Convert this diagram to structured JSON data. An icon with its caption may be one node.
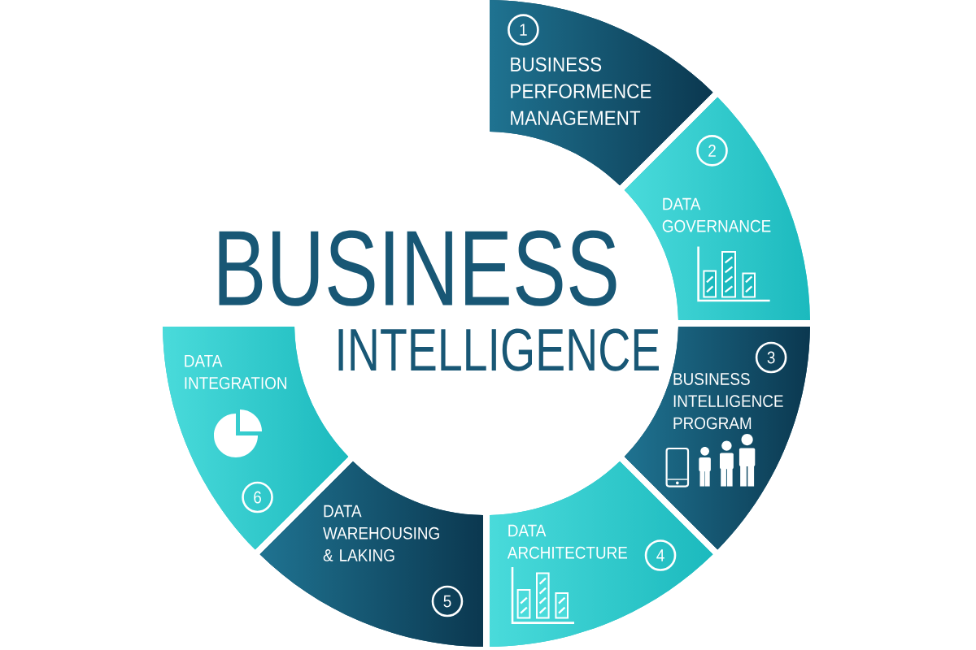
{
  "diagram": {
    "nodes": [
      {
        "text": [
          "BUSINESS PERFORMENCE MANAGEMENT"
        ]
      },
      {
        "text": [
          "1"
        ],
        "in": 0
      },
      {
        "text": [
          "DATA GOVERNANCE"
        ]
      },
      {
        "text": [
          "2"
        ],
        "in": 2
      },
      {
        "text": [
          "BUSINESS INTELLIGENCE PROGRAM"
        ]
      },
      {
        "text": [
          "3"
        ],
        "in": 4
      },
      {
        "text": [
          "DATA ARCHITECTURE"
        ]
      },
      {
        "text": [
          "4"
        ],
        "in": 6
      },
      {
        "text": [
          "DATA WAREHOUSING & LAKING"
        ]
      },
      {
        "text": [
          "5"
        ],
        "in": 8
      },
      {
        "text": [
          "DATA INTEGRATION"
        ]
      },
      {
        "text": [
          "6"
        ],
        "in": 10
      }
    ],
    "labels": [
      "BUSINESS",
      "INTELLIGENCE"
    ]
  }
}
